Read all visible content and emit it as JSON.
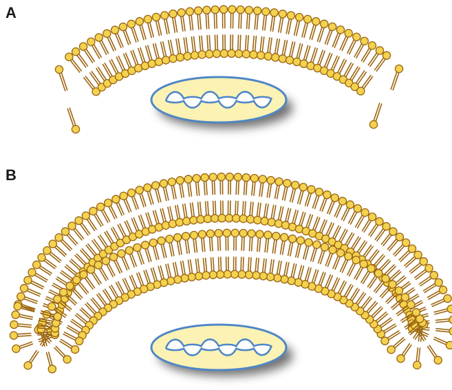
{
  "panels": [
    {
      "label": "A"
    },
    {
      "label": "B"
    }
  ],
  "colors": {
    "lipid_head_fill": "#f3d24f",
    "lipid_outline": "#9b6510",
    "lipid_tail": "#9b6510",
    "mito_outer_fill": "#fbf2b3",
    "mito_outline": "#4f86c6",
    "mito_inner_fill": "#ffffff",
    "shadow": "#444444"
  },
  "icons": {
    "phospholipid": "lipid-head-tail-glyph",
    "mitochondrion": "mitochondrion-cross-section"
  }
}
